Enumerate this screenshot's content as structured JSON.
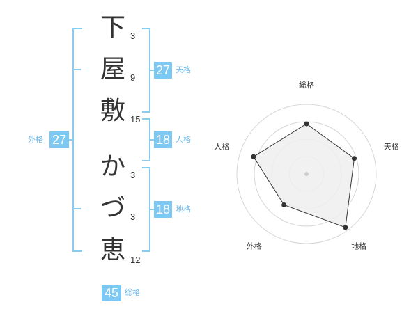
{
  "name": {
    "characters": [
      {
        "char": "下",
        "strokes": "3"
      },
      {
        "char": "屋",
        "strokes": "9"
      },
      {
        "char": "敷",
        "strokes": "15"
      },
      {
        "char": "か",
        "strokes": "3"
      },
      {
        "char": "づ",
        "strokes": "3"
      },
      {
        "char": "恵",
        "strokes": "12"
      }
    ]
  },
  "kakusu": {
    "tenkaku": {
      "value": "27",
      "label": "天格"
    },
    "jinkaku": {
      "value": "18",
      "label": "人格"
    },
    "chikaku": {
      "value": "18",
      "label": "地格"
    },
    "gaikaku": {
      "value": "27",
      "label": "外格"
    },
    "soukaku": {
      "value": "45",
      "label": "総格"
    }
  },
  "colors": {
    "accent": "#7ec8f4",
    "bracket": "#8ccbf0",
    "radar_fill": "#eeeeee",
    "radar_line": "#333333"
  },
  "chart_data": {
    "type": "radar",
    "axes": [
      "総格",
      "天格",
      "地格",
      "外格",
      "人格"
    ],
    "values": [
      0.72,
      0.72,
      0.95,
      0.55,
      0.8
    ],
    "range": [
      0,
      1
    ],
    "grid_rings": 4
  }
}
